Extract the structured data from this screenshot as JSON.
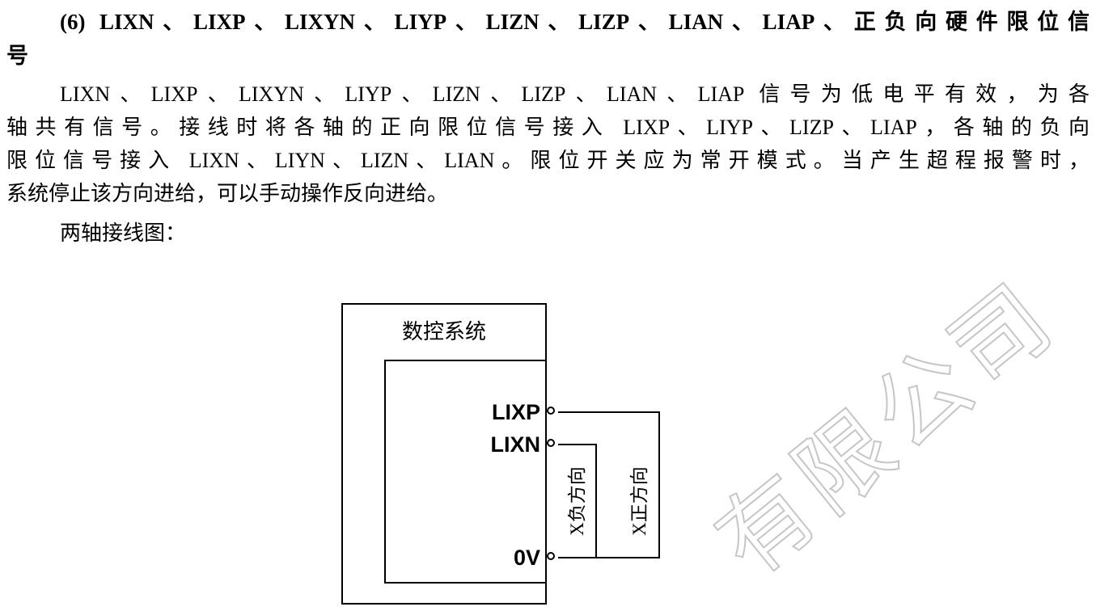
{
  "document": {
    "heading_lines": [
      "(6) LIXN、LIXP、LIXYN、LIYP、LIZN、LIZP、LIAN、LIAP、正负向硬件限位信",
      "号"
    ],
    "paragraph_lines": [
      "LIXN、LIXP、LIXYN、LIYP、LIZN、LIZP、LIAN、LIAP 信号为低电平有效，为各",
      "轴共有信号。接线时将各轴的正向限位信号接入 LIXP、LIYP、LIZP、LIAP，各轴的负向",
      "限位信号接入 LIXN、LIYN、LIZN、LIAN。限位开关应为常开模式。当产生超程报警时，",
      "系统停止该方向进给，可以手动操作反向进给。"
    ],
    "diagram_caption": "两轴接线图："
  },
  "diagram": {
    "system_label": "数控系统",
    "terminals": [
      {
        "label": "LIXP"
      },
      {
        "label": "LIXN"
      },
      {
        "label": "0V"
      }
    ],
    "negative_direction_label": "X负方向",
    "positive_direction_label": "X正方向",
    "line_color": "#000000"
  },
  "watermark": {
    "text": "有限公司",
    "color": "#c6c6c6"
  }
}
